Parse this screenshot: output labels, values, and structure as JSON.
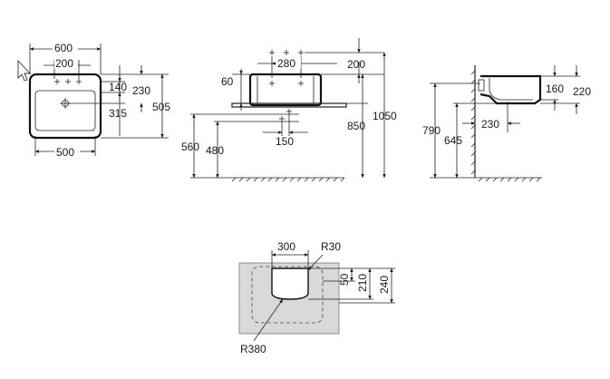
{
  "plan_view": {
    "width_600": "600",
    "width_200": "200",
    "height_140": "140",
    "height_230": "230",
    "height_315": "315",
    "height_505": "505",
    "width_500": "500"
  },
  "front_view": {
    "width_280": "280",
    "width_200": "200",
    "height_60": "60",
    "height_850": "850",
    "height_1050": "1050",
    "height_560": "560",
    "height_480": "480",
    "width_150": "150"
  },
  "side_view": {
    "height_160": "160",
    "height_220": "220",
    "height_790": "790",
    "height_645": "645",
    "depth_230": "230"
  },
  "cutout_view": {
    "width_300": "300",
    "radius_r30": "R30",
    "height_50": "50",
    "height_210": "210",
    "height_240": "240",
    "radius_r380": "R380"
  },
  "colors": {
    "line": "#222222",
    "panel_fill": "#d9d9d9",
    "cursor_fill": "#ffffff"
  },
  "icons": {
    "cursor": "mouse-pointer-icon"
  }
}
